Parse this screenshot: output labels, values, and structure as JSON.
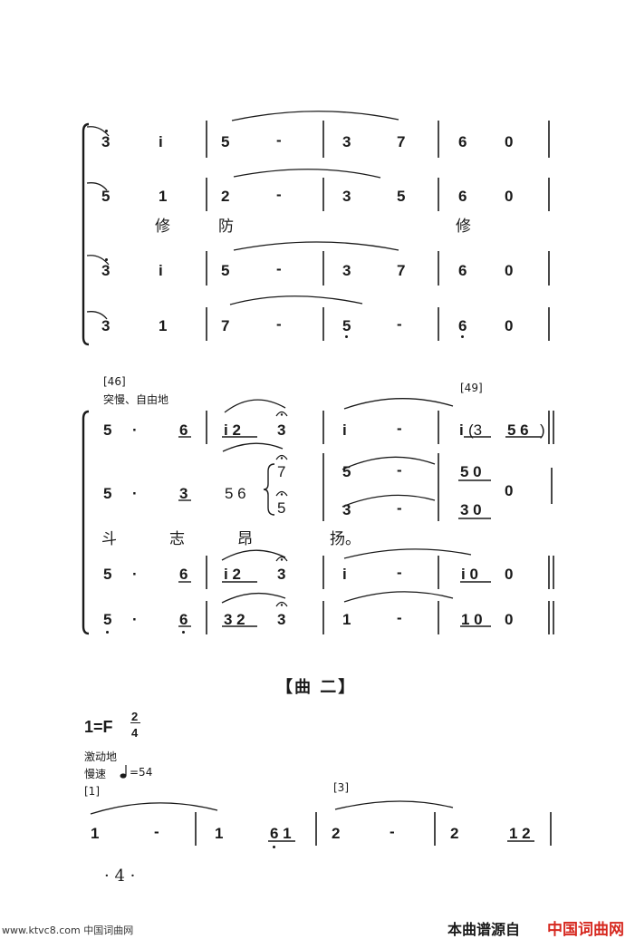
{
  "section1": {
    "rows": [
      [
        "3",
        "i",
        "5",
        "-",
        "3",
        "7",
        "6",
        "0"
      ],
      [
        "5",
        "1",
        "2",
        "-",
        "3",
        "5",
        "6",
        "0"
      ],
      [
        "3",
        "i",
        "5",
        "-",
        "3",
        "7",
        "6",
        "0"
      ],
      [
        "3",
        "1",
        "7",
        "-",
        "5",
        "-",
        "6",
        "0"
      ]
    ],
    "lyrics": [
      "修",
      "防",
      "修"
    ]
  },
  "section2": {
    "marker_a": "[46]",
    "marker_b": "[49]",
    "tempo": "突慢、自由地",
    "row1": [
      "5",
      "·",
      "6",
      "i 2",
      "3",
      "i",
      "-",
      "i",
      "(3",
      "5 6",
      ")"
    ],
    "row2": [
      "5",
      "·",
      "3",
      "5 6",
      "7",
      "5",
      "5",
      "-",
      "5 0",
      "3",
      "-",
      "3 0",
      "0"
    ],
    "lyrics": [
      "斗",
      "志",
      "昂",
      "扬。"
    ],
    "row3": [
      "5",
      "·",
      "6",
      "i 2",
      "3",
      "i",
      "-",
      "i 0",
      "0"
    ],
    "row4": [
      "5",
      "·",
      "6",
      "3 2",
      "3",
      "1",
      "-",
      "1 0",
      "0"
    ]
  },
  "section3": {
    "title": "【曲 二】",
    "key": "1=F",
    "time_top": "2",
    "time_bottom": "4",
    "expression": "激动地",
    "tempo": "慢速",
    "tempo_value": "=54",
    "marker_a": "[1]",
    "marker_b": "[3]",
    "row": [
      "1",
      "-",
      "1",
      "6 1",
      "2",
      "-",
      "2",
      "1 2"
    ]
  },
  "page_number": "· 4 ·",
  "footer": {
    "left": "www.ktvc8.com 中国词曲网",
    "source": "本曲谱源自",
    "brand": "中国词曲网"
  },
  "colors": {
    "brand": "#d6281f",
    "ink": "#1a1a1a"
  }
}
